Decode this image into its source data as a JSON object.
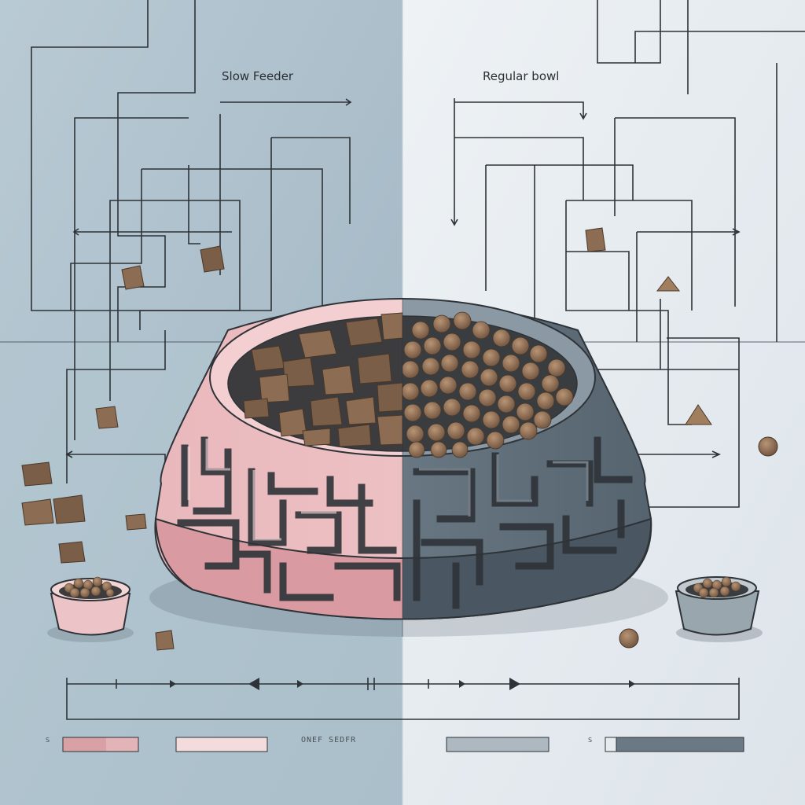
{
  "labels": {
    "slow": "Slow Feeder",
    "regular": "Regular bowl",
    "footer": "ONEF SEDFR",
    "tiny_left": "S",
    "tiny_right": "S"
  },
  "colors": {
    "left_bg": "#aebfcb",
    "right_bg": "#e6ebef",
    "slow_bowl": "#e8b7bb",
    "regular_bowl": "#6a7a86",
    "kibble": "#8a6a52",
    "line": "#2e3338"
  }
}
